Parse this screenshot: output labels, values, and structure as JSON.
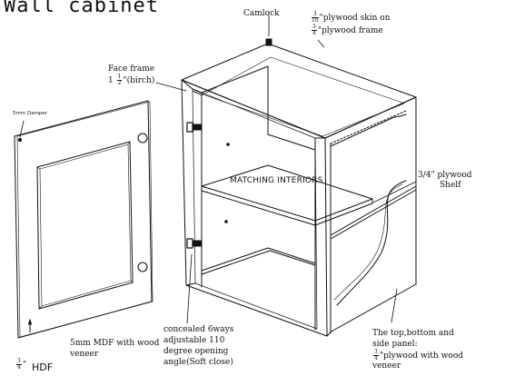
{
  "title": "Wall cabinet",
  "labels": {
    "camlock": "Camlock",
    "skin_num": "3",
    "skin_den": "16",
    "skin_text": "\"plywood skin on",
    "frame_num": "3",
    "frame_den": "4",
    "frame_text": "\"plywood frame",
    "face_frame_line1": "Face frame",
    "face_frame_prefix": "1",
    "face_frame_num": "1",
    "face_frame_den": "2",
    "face_frame_text": "\"(birch)",
    "damper": "5mm Damper",
    "brand": "MATCHING INTERIORS",
    "shelf_line1": "3/4\" plywood",
    "shelf_line2": "Shelf",
    "hinge_line1": "concealed 6ways",
    "hinge_line2": "adjustable 110",
    "hinge_line3": "degree opening",
    "hinge_line4": "angle(Soft close)",
    "mdf_line1": "5mm MDF with wood",
    "mdf_line2": "veneer",
    "hdf_num": "3",
    "hdf_den": "4",
    "hdf_text": "\"",
    "hdf_label": "HDF",
    "panel_line1": "The top,bottom and",
    "panel_line2": "side panel:",
    "panel_num": "3",
    "panel_den": "4",
    "panel_text": "\"plywood with wood",
    "panel_line4": "veneer"
  },
  "colors": {
    "ink": "#111111",
    "background": "#ffffff"
  }
}
